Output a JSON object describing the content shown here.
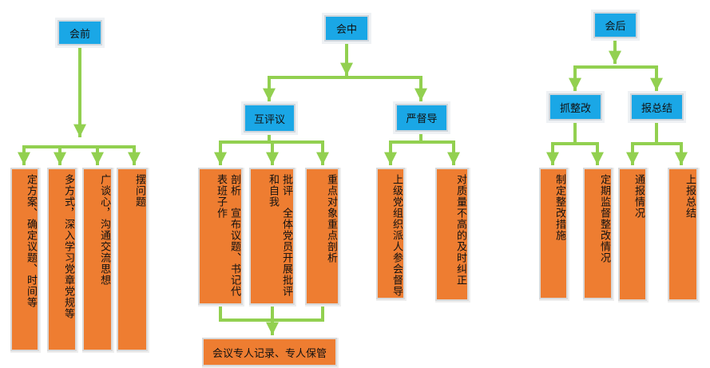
{
  "before": {
    "title": "会前",
    "items": [
      "定方案、确定议题、时间等",
      "多方式，深入学习党章党规等",
      "广谈心，沟通交流思想",
      "摆问题"
    ]
  },
  "during": {
    "title": "会中",
    "mutual": {
      "title": "互评议",
      "items": [
        "剖析　宣布议题、书记代表班子作",
        "批评　全体党员开展批评和自我",
        "重点对象重点剖析"
      ],
      "record": "会议专人记录、专人保管"
    },
    "supervise": {
      "title": "严督导",
      "items": [
        "上级党组织派人参会督导",
        "对质量不高的及时纠正"
      ]
    }
  },
  "after": {
    "title": "会后",
    "rectify": {
      "title": "抓整改",
      "items": [
        "制定整改措施",
        "定期监督整改情况"
      ]
    },
    "report": {
      "title": "报总结",
      "items": [
        "通报情况",
        "上报总结"
      ]
    }
  },
  "colors": {
    "header": "#1aa7e6",
    "box": "#ee7d31",
    "connector": "#92d050"
  }
}
